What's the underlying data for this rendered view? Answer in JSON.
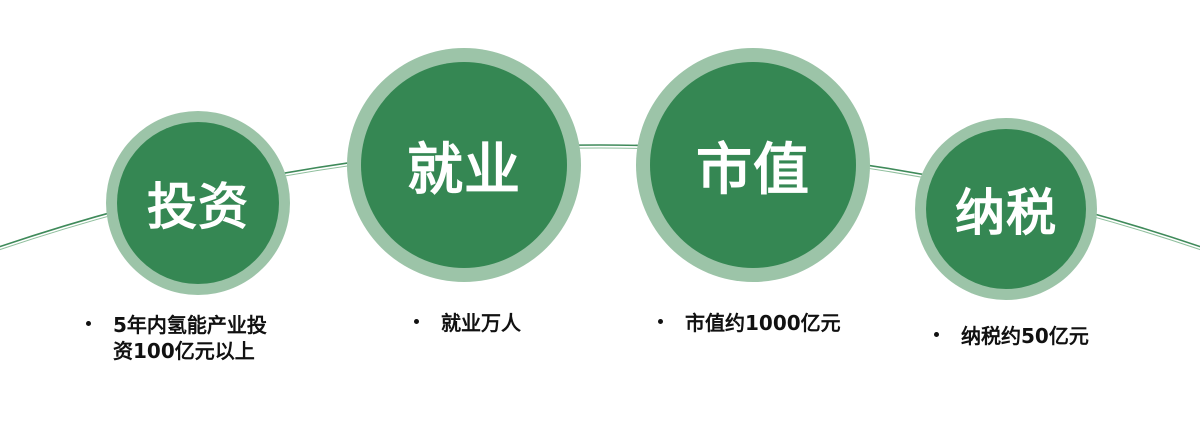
{
  "colors": {
    "ring": "#9cc4a8",
    "fill": "#358753",
    "arc": "#3f8a5a",
    "text": "#111111",
    "label": "#ffffff"
  },
  "nodes": [
    {
      "label": "投资",
      "bullet": [
        "5年内氢能产业投",
        "资100亿元以上"
      ]
    },
    {
      "label": "就业",
      "bullet": [
        "就业万人"
      ]
    },
    {
      "label": "市值",
      "bullet": [
        "市值约1000亿元"
      ]
    },
    {
      "label": "纳税",
      "bullet": [
        "纳税约50亿元"
      ]
    }
  ]
}
